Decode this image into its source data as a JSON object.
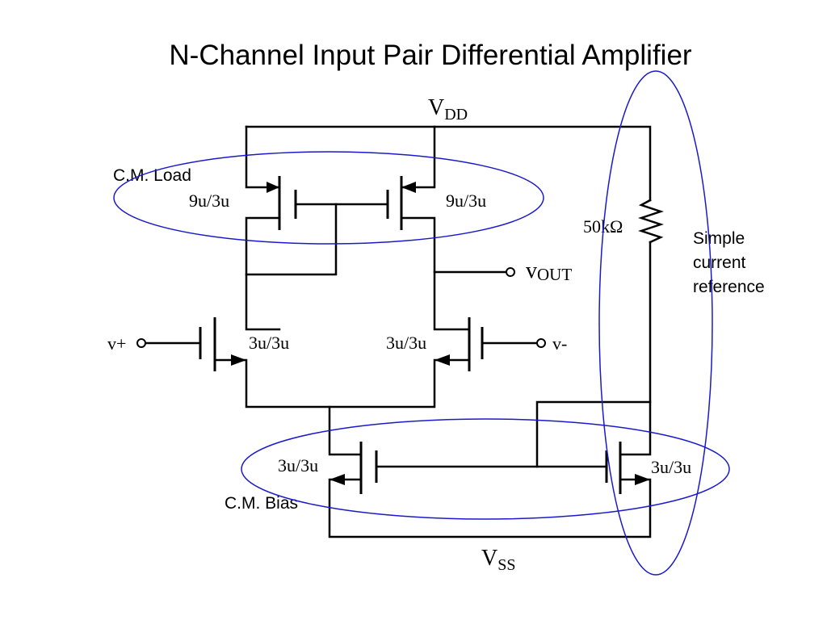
{
  "title": "N-Channel Input Pair Differential Amplifier",
  "supplies": {
    "vdd": {
      "main": "V",
      "sub": "DD"
    },
    "vss": {
      "main": "V",
      "sub": "SS"
    }
  },
  "nodes": {
    "vout": {
      "main": "v",
      "sub": "OUT"
    },
    "vplus": "v+",
    "vminus": "v-"
  },
  "resistor": "50kΩ",
  "transistor_sizes": {
    "load_left": "9u/3u",
    "load_right": "9u/3u",
    "input_left": "3u/3u",
    "input_right": "3u/3u",
    "bias_left": "3u/3u",
    "bias_right": "3u/3u"
  },
  "annotations": {
    "cm_load": "C.M. Load",
    "cm_bias": "C.M. Bias",
    "reference": [
      "Simple",
      "current",
      "reference"
    ]
  },
  "colors": {
    "annotation_ellipse": "#1a1acc",
    "wire": "#000000"
  }
}
